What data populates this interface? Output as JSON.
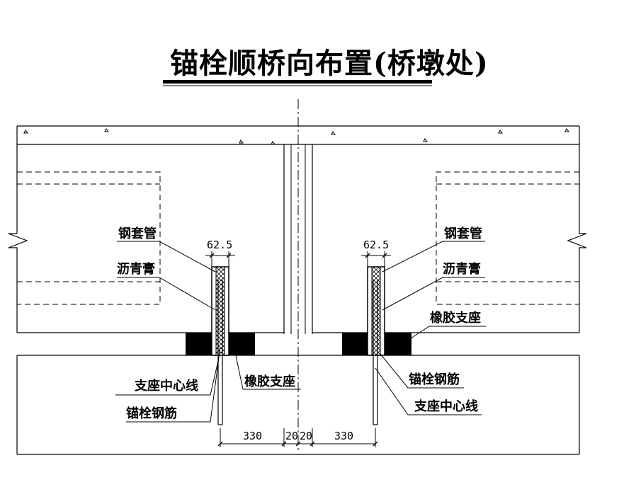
{
  "title": "锚栓顺桥向布置(桥墩处)",
  "labels": {
    "steel_sleeve": "钢套管",
    "asphalt": "沥青膏",
    "rubber_bearing": "橡胶支座",
    "bearing_centerline": "支座中心线",
    "anchor_rebar": "锚栓钢筋"
  },
  "dimensions": {
    "sleeve_width": "62.5",
    "offset": "330",
    "half_gap": "20"
  },
  "colors": {
    "line": "#000000",
    "bearing_fill": "#000000",
    "sleeve_hatch": "#000000"
  }
}
